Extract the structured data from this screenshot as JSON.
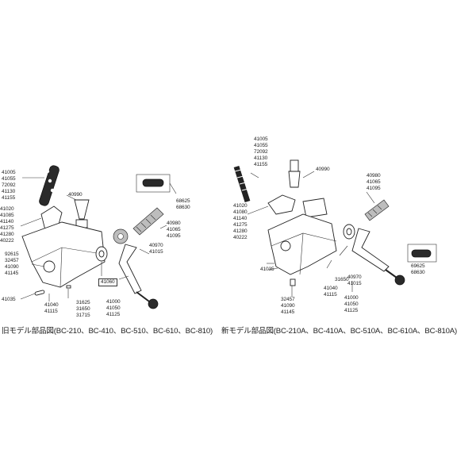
{
  "old_model": {
    "caption": "旧モデル部品図(BC-210、BC-410、BC-510、BC-610、BC-810)",
    "labels": {
      "group_top": [
        "41005",
        "41055",
        "72092",
        "41130",
        "41155"
      ],
      "p40990": "40990",
      "group_left": [
        "41020",
        "41085",
        "41140",
        "41275",
        "41280",
        "40222"
      ],
      "group_right_top": [
        "68625",
        "68630"
      ],
      "group_spring": [
        "40980",
        "41065",
        "41095"
      ],
      "group_left_mid": [
        "92615",
        "32457",
        "41090",
        "41145"
      ],
      "p41035": "41035",
      "group_handle": [
        "40970",
        "41015"
      ],
      "p41060": "41060",
      "group_bottom_mid": [
        "41040",
        "41115"
      ],
      "group_bottom_pins": [
        "31625",
        "31650",
        "31715"
      ],
      "group_bottom_right": [
        "41000",
        "41050",
        "41125"
      ]
    }
  },
  "new_model": {
    "caption": "新モデル部品図(BC-210A、BC-410A、BC-510A、BC-610A、BC-810A)",
    "labels": {
      "group_top": [
        "41005",
        "41055",
        "72092",
        "41130",
        "41155"
      ],
      "p40990": "40990",
      "group_left": [
        "41020",
        "41080",
        "41140",
        "41275",
        "41280",
        "40222"
      ],
      "group_spring": [
        "40980",
        "41065",
        "41095"
      ],
      "group_link": [
        "69625",
        "68630"
      ],
      "p41035": "41035",
      "p31650": "31650",
      "group_mid": [
        "41040",
        "41115"
      ],
      "group_handle": [
        "40970",
        "41015"
      ],
      "group_small": [
        "32457",
        "41090",
        "41145"
      ],
      "group_bottom": [
        "41000",
        "41050",
        "41125"
      ]
    }
  }
}
